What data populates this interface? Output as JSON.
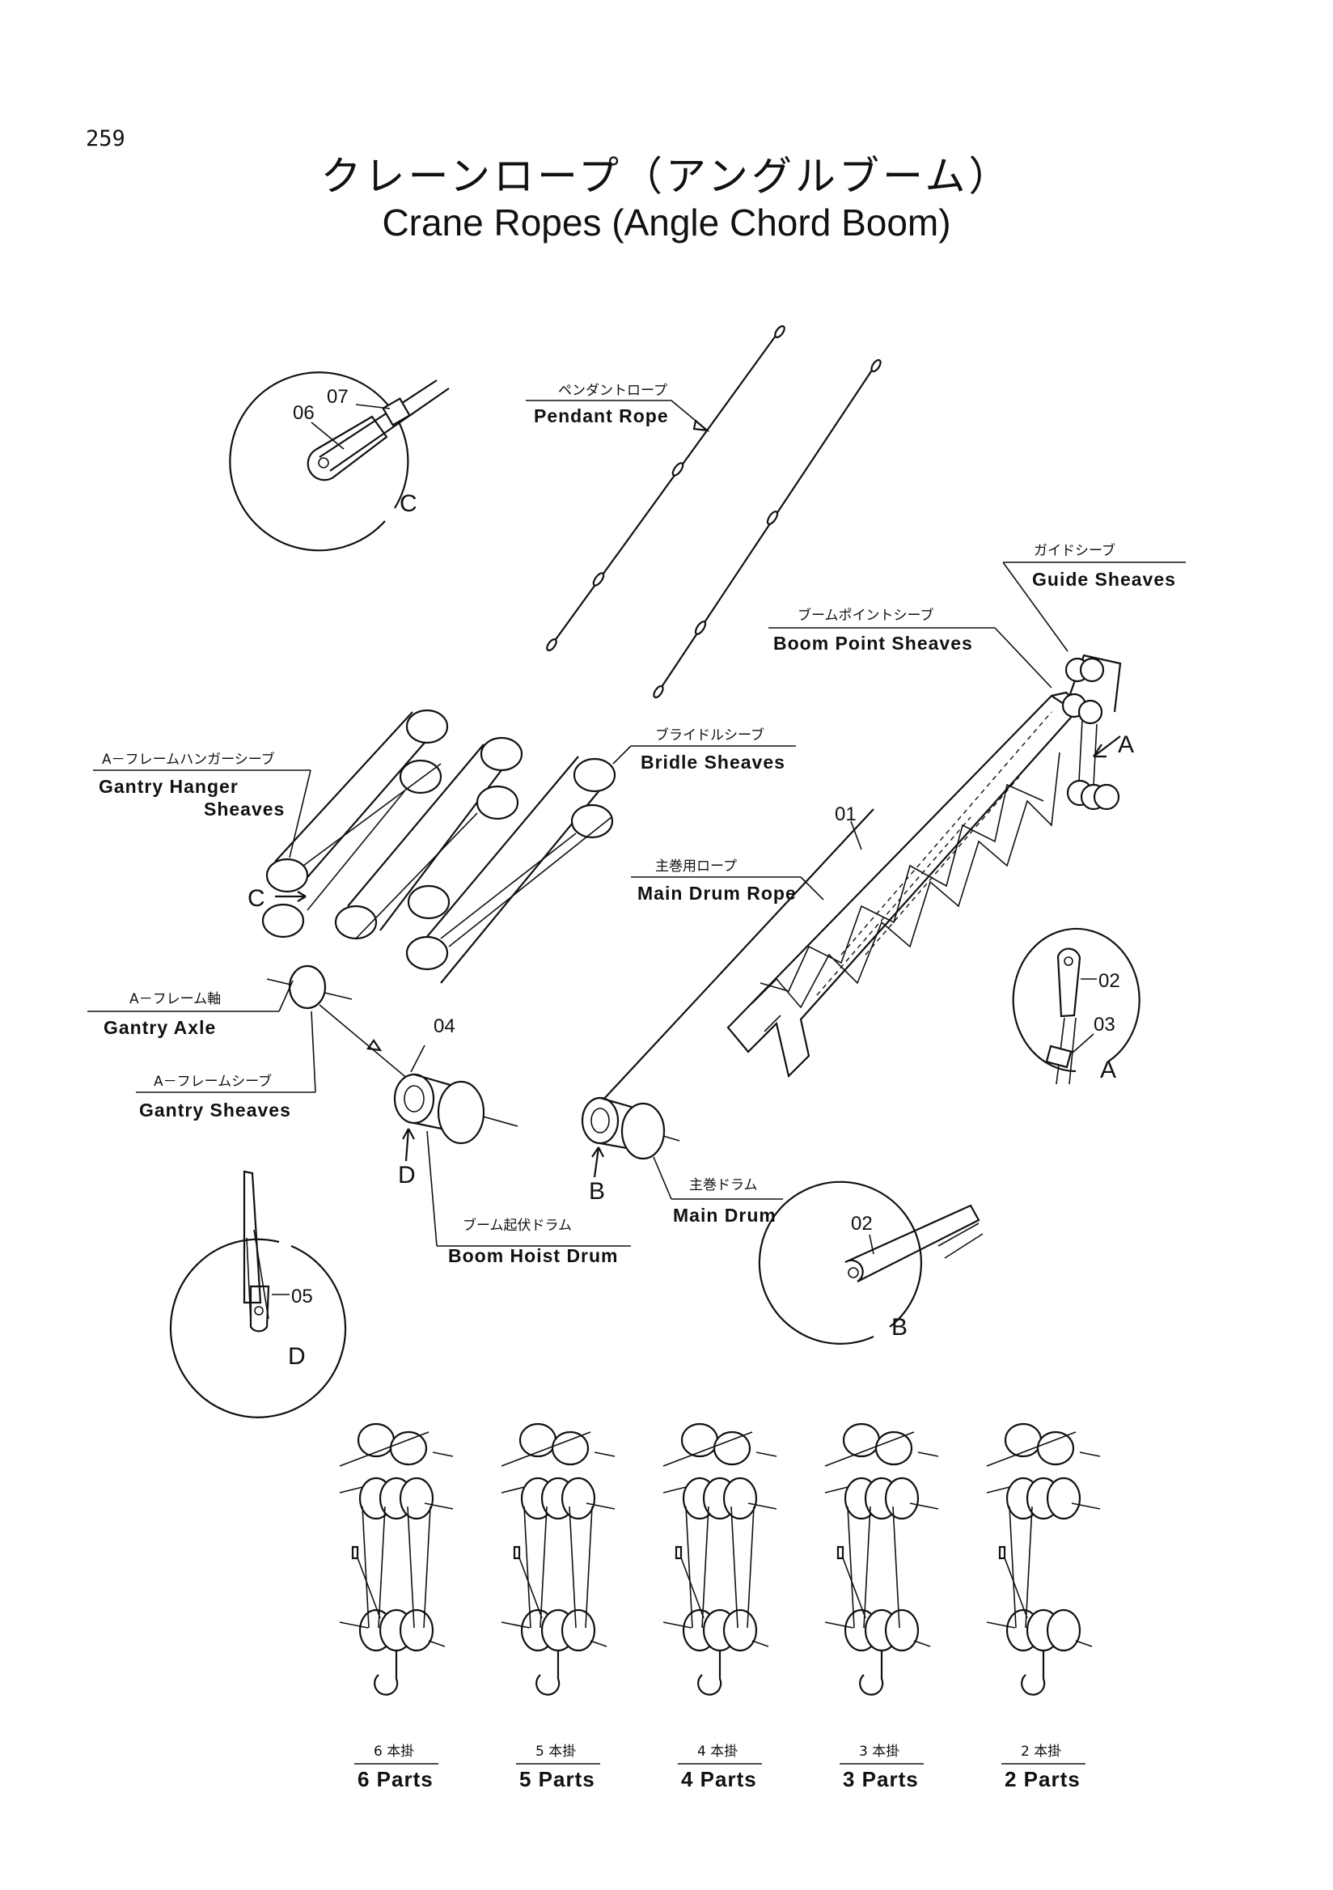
{
  "page_number": "259",
  "title": {
    "ja": "クレーンロープ（アングルブーム）",
    "en": "Crane Ropes (Angle Chord Boom)"
  },
  "labels": {
    "pendant_rope": {
      "ja": "ペンダントロープ",
      "en": "Pendant Rope"
    },
    "guide_sheaves": {
      "ja": "ガイドシーブ",
      "en": "Guide Sheaves"
    },
    "boom_point_sheaves": {
      "ja": "ブームポイントシーブ",
      "en": "Boom Point Sheaves"
    },
    "bridle_sheaves": {
      "ja": "ブライドルシーブ",
      "en": "Bridle Sheaves"
    },
    "gantry_hanger_sheaves": {
      "ja": "A－フレームハンガーシーブ",
      "en_line1": "Gantry Hanger",
      "en_line2": "Sheaves"
    },
    "main_drum_rope": {
      "ja": "主巻用ロープ",
      "en": "Main Drum Rope"
    },
    "gantry_axle": {
      "ja": "A－フレーム軸",
      "en": "Gantry Axle"
    },
    "gantry_sheaves": {
      "ja": "A－フレームシーブ",
      "en": "Gantry Sheaves"
    },
    "boom_hoist_drum": {
      "ja": "ブーム起伏ドラム",
      "en": "Boom Hoist Drum"
    },
    "main_drum": {
      "ja": "主巻ドラム",
      "en": "Main Drum"
    }
  },
  "part_refs": {
    "p01": "01",
    "p02a": "02",
    "p02b": "02",
    "p03": "03",
    "p04": "04",
    "p05": "05",
    "p06": "06",
    "p07": "07"
  },
  "detail_letters": {
    "a_arrow": "A",
    "a_detail": "A",
    "b_arrow": "B",
    "b_detail": "B",
    "c_arrow": "C",
    "c_detail": "C",
    "d_arrow": "D",
    "d_detail": "D"
  },
  "reeving": [
    {
      "ja": "6 本掛",
      "en": "6 Parts"
    },
    {
      "ja": "5 本掛",
      "en": "5 Parts"
    },
    {
      "ja": "4 本掛",
      "en": "4 Parts"
    },
    {
      "ja": "3 本掛",
      "en": "3 Parts"
    },
    {
      "ja": "2 本掛",
      "en": "2 Parts"
    }
  ]
}
